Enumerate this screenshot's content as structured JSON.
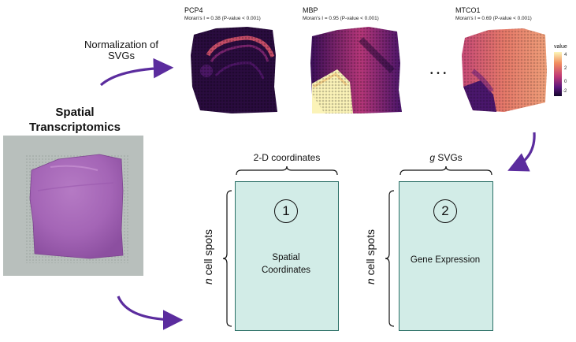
{
  "title": "Spatial Transcriptomics",
  "normalization_label": "Normalization of SVGs",
  "ellipsis": "• • •",
  "panels": [
    {
      "gene": "PCP4",
      "stat": "Moran's I = 0.38 (P-value < 0.001)"
    },
    {
      "gene": "MBP",
      "stat": "Moran's I = 0.95 (P-value < 0.001)"
    },
    {
      "gene": "MTCO1",
      "stat": "Moran's I = 0.69 (P-value < 0.001)"
    }
  ],
  "legend": {
    "title": "value",
    "ticks": [
      "4",
      "2",
      "0",
      "-2"
    ]
  },
  "matrices": [
    {
      "number": "1",
      "top_label": "2-D coordinates",
      "body_label": [
        "Spatial",
        "Coordinates"
      ],
      "side_label_italic": "n",
      "side_label_rest": " cell spots"
    },
    {
      "number": "2",
      "top_label_italic": "g",
      "top_label_rest": " SVGs",
      "body_label": [
        "Gene Expression"
      ],
      "side_label_italic": "n",
      "side_label_rest": " cell spots"
    }
  ],
  "colors": {
    "matrix_fill": "#d2ece7",
    "matrix_border": "#2b6f66",
    "arrow": "#5b2c9e",
    "tissue": "#a86bb8"
  }
}
